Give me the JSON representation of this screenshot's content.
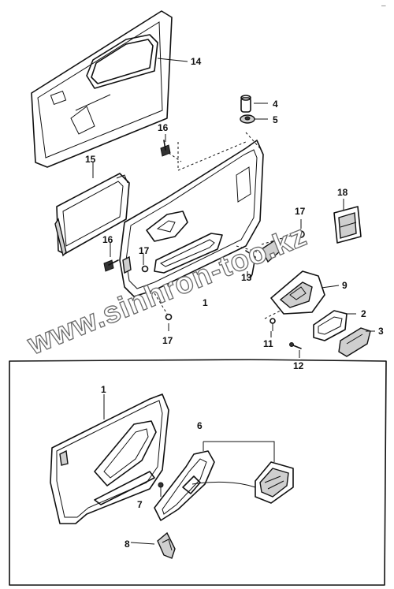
{
  "callouts": {
    "c1_top": "1",
    "c2": "2",
    "c3": "3",
    "c4": "4",
    "c5": "5",
    "c9": "9",
    "c11": "11",
    "c12": "12",
    "c13": "13",
    "c14": "14",
    "c15": "15",
    "c16_top": "16",
    "c16_left": "16",
    "c17_right": "17",
    "c17_mid": "17",
    "c17_bottom": "17",
    "c18": "18",
    "c1_inset": "1",
    "c6": "6",
    "c7": "7",
    "c8": "8"
  },
  "watermark": "www.sinhron-too.kz",
  "corner_mark": "–"
}
